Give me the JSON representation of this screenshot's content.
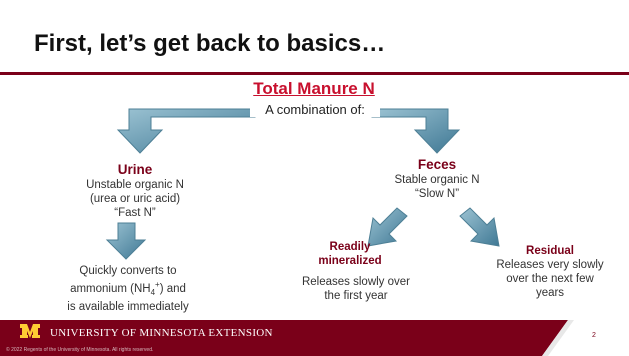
{
  "slide": {
    "title": "First, let’s get back to basics…",
    "heading": "Total Manure N",
    "subheading": "A combination of:",
    "urine": {
      "title": "Urine",
      "line1": "Unstable organic N",
      "line2": "(urea or uric acid)",
      "line3": "“Fast N”"
    },
    "feces": {
      "title": "Feces",
      "line1": "Stable organic N",
      "line2": "“Slow N”"
    },
    "urine_result": {
      "line1": "Quickly converts to",
      "line2_prefix": "ammonium (NH",
      "line2_sub": "4",
      "line2_sup": "+",
      "line2_suffix": ") and",
      "line3": "is available immediately"
    },
    "readily": {
      "title_line1": "Readily",
      "title_line2": "mineralized",
      "line1": "Releases slowly over",
      "line2": "the first year"
    },
    "residual": {
      "title": "Residual",
      "line1": "Releases very slowly",
      "line2": "over the next few",
      "line3": "years"
    }
  },
  "footer": {
    "org": "UNIVERSITY OF MINNESOTA EXTENSION",
    "copyright": "© 2022 Regents of the University of Minnesota. All rights reserved.",
    "page_number": "2"
  },
  "colors": {
    "maroon": "#7a0019",
    "gold": "#ffcc33",
    "heading_red": "#c8102e",
    "arrow_fill": "#5b8fa6"
  }
}
